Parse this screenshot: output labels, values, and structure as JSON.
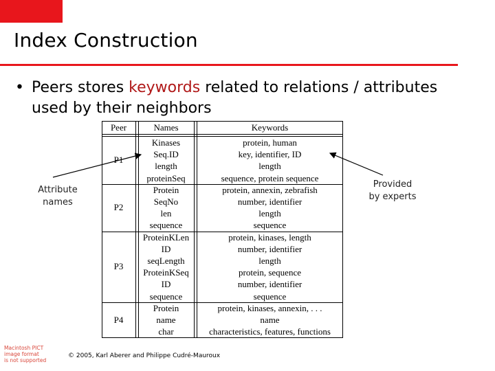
{
  "slide": {
    "title": "Index Construction",
    "bullet": {
      "marker": "•",
      "text_before": "Peers stores ",
      "highlight": "keywords",
      "text_after": " related to relations / attributes used by their neighbors"
    },
    "colors": {
      "accent": "#e8161c",
      "highlight": "#b01818"
    }
  },
  "table": {
    "headers": {
      "peer": "Peer",
      "names": "Names",
      "keywords": "Keywords"
    },
    "groups": [
      {
        "peer": "P1",
        "rows": [
          {
            "name": "Kinases",
            "keywords": "protein, human"
          },
          {
            "name": "Seq.ID",
            "keywords": "key, identifier, ID"
          },
          {
            "name": "length",
            "keywords": "length"
          },
          {
            "name": "proteinSeq",
            "keywords": "sequence, protein sequence"
          }
        ]
      },
      {
        "peer": "P2",
        "rows": [
          {
            "name": "Protein",
            "keywords": "protein, annexin, zebrafish"
          },
          {
            "name": "SeqNo",
            "keywords": "number, identifier"
          },
          {
            "name": "len",
            "keywords": "length"
          },
          {
            "name": "sequence",
            "keywords": "sequence"
          }
        ]
      },
      {
        "peer": "P3",
        "rows": [
          {
            "name": "ProteinKLen",
            "keywords": "protein, kinases, length"
          },
          {
            "name": "ID",
            "keywords": "number, identifier"
          },
          {
            "name": "seqLength",
            "keywords": "length"
          },
          {
            "name": "ProteinKSeq",
            "keywords": "protein, sequence"
          },
          {
            "name": "ID",
            "keywords": "number, identifier"
          },
          {
            "name": "sequence",
            "keywords": "sequence"
          }
        ]
      },
      {
        "peer": "P4",
        "rows": [
          {
            "name": "Protein",
            "keywords": "protein, kinases, annexin, . . ."
          },
          {
            "name": "name",
            "keywords": "name"
          },
          {
            "name": "char",
            "keywords": "characteristics, features, functions"
          }
        ]
      }
    ]
  },
  "annotations": {
    "left": [
      "Attribute",
      "names"
    ],
    "right": [
      "Provided",
      "by experts"
    ]
  },
  "placeholder_image": {
    "lines": [
      "Macintosh PICT",
      "image format",
      "is not supported"
    ]
  },
  "footer": "© 2005, Karl Aberer and Philippe Cudré-Mauroux"
}
